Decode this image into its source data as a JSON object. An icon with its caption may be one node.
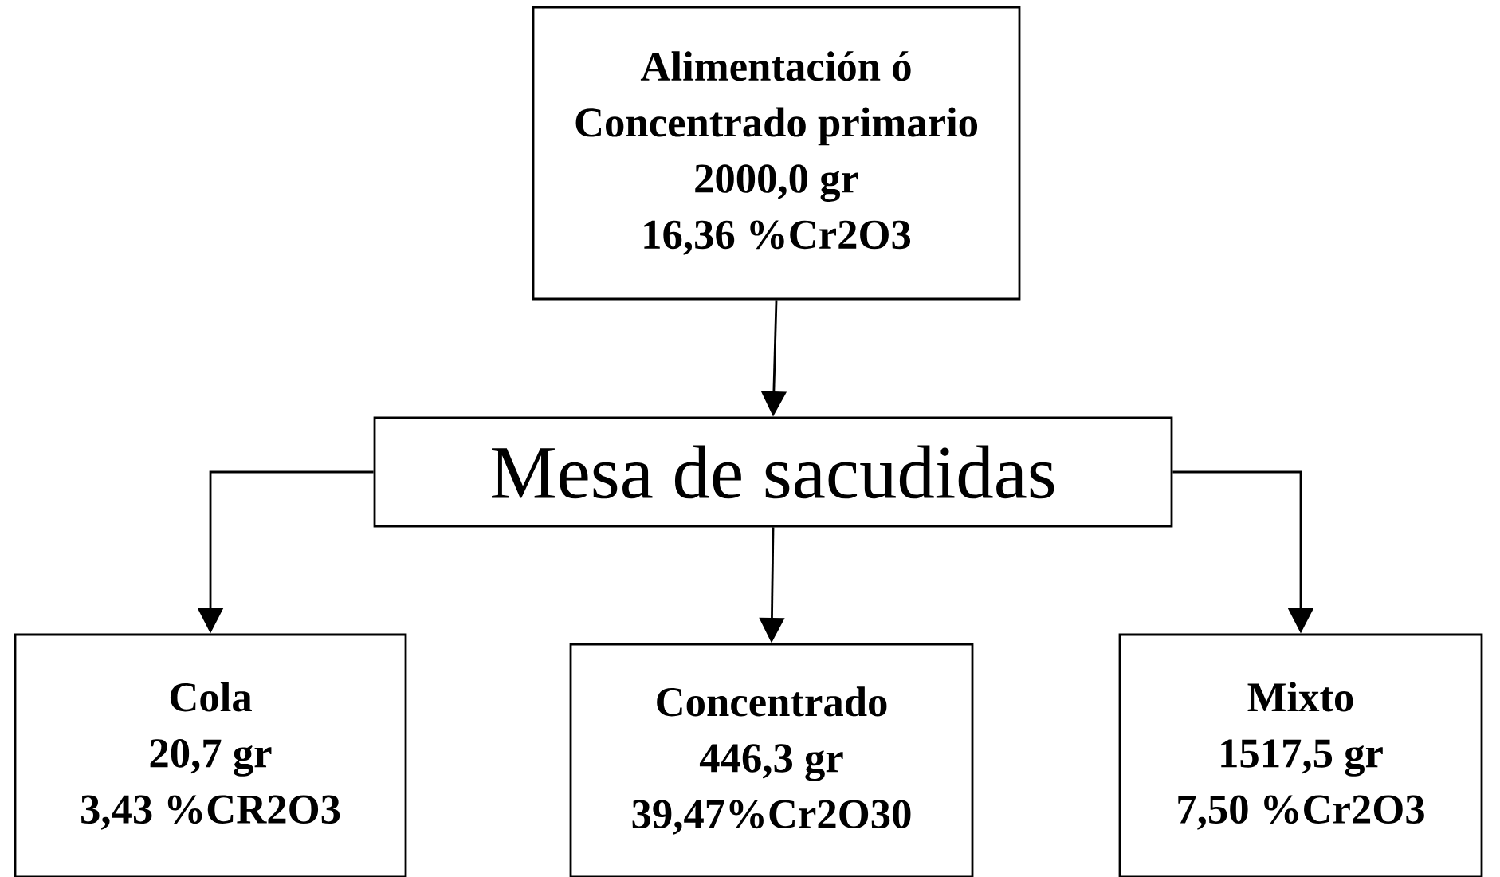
{
  "diagram": {
    "nodes": [
      {
        "text": [
          "Alimentación  ó",
          "Concentrado primario",
          "2000,0 gr",
          "16,36 %Cr2O3"
        ]
      },
      {
        "text": [
          "Mesa de sacudidas"
        ]
      },
      {
        "text": [
          "Cola",
          "20,7 gr",
          "3,43 %CR2O3"
        ]
      },
      {
        "text": [
          "Concentrado",
          "446,3 gr",
          "39,47%Cr2O30"
        ]
      },
      {
        "text": [
          "Mixto",
          "1517,5 gr",
          "7,50 %Cr2O3"
        ]
      }
    ],
    "edges": [
      {
        "from": 0,
        "to": 1,
        "arrow": "to"
      },
      {
        "from": 1,
        "to": 2,
        "arrow": "to"
      },
      {
        "from": 1,
        "to": 3,
        "arrow": "to"
      },
      {
        "from": 1,
        "to": 4,
        "arrow": "to"
      }
    ]
  }
}
